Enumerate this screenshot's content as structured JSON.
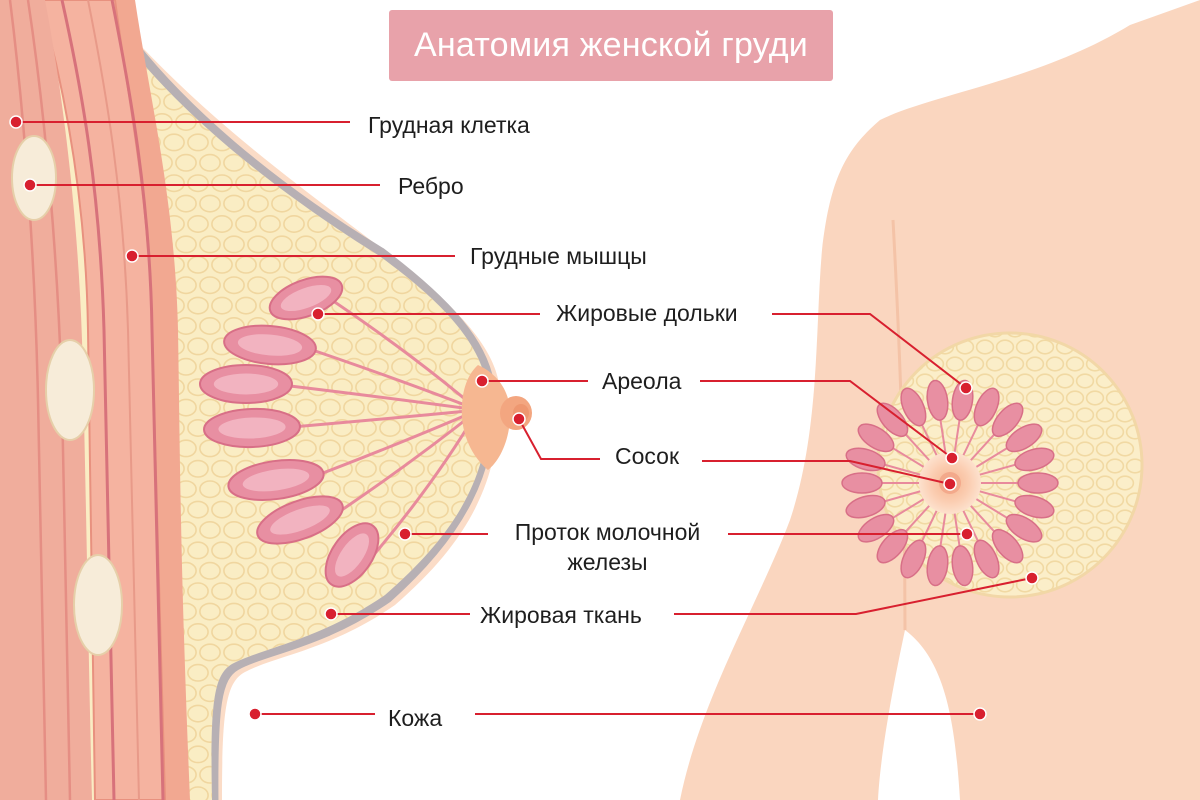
{
  "title": "Анатомия женской груди",
  "colors": {
    "accent_line": "#d8202f",
    "title_bg": "#e8a2aa",
    "skin": "#fad6bf",
    "fat": "#faedc4",
    "lobule": "#e88fa2",
    "muscle": "#eea392"
  },
  "labels": {
    "chest_wall": "Грудная клетка",
    "rib": "Ребро",
    "pectoral_muscles": "Грудные мышцы",
    "fat_lobules": "Жировые дольки",
    "areola": "Ареола",
    "nipple": "Сосок",
    "milk_duct_line1": "Проток молочной",
    "milk_duct_line2": "железы",
    "fatty_tissue": "Жировая ткань",
    "skin": "Кожа"
  }
}
